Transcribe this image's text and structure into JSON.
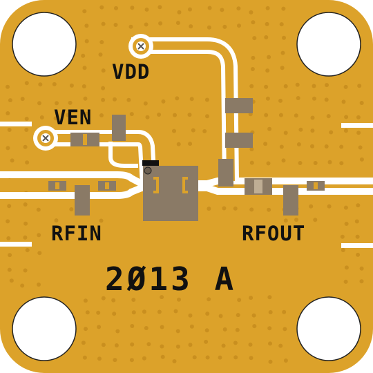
{
  "board": {
    "colors": {
      "copper": "#dca22a",
      "via": "#c98f1f",
      "edge": "#ffffff",
      "component": "#8a7a66",
      "component_dark": "#6a5d4e",
      "ic": "#8a7a66",
      "silkscreen": "#111111"
    },
    "labels": {
      "vdd": "VDD",
      "ven": "VEN",
      "rfin": "RFIN",
      "rfout": "RFOUT",
      "part_number": "2Ø13 A"
    }
  }
}
